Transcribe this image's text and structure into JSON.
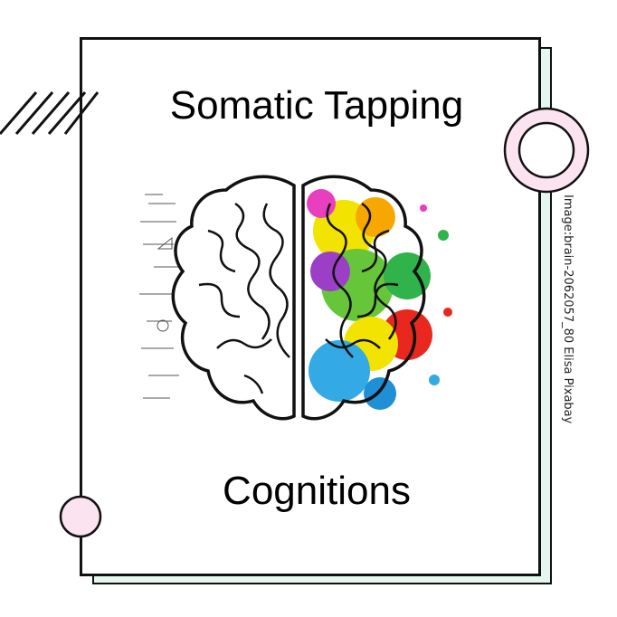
{
  "title": "Somatic Tapping",
  "subtitle": "Cognitions",
  "image_credit": "Image:brain-2062057_80 Elisa Pixabay",
  "image": {
    "subject": "brain-illustration",
    "left_half": "black line art with math formulas",
    "right_half": "colorful paint splashes"
  },
  "colors": {
    "accent_pink": "#fbe3ef",
    "accent_mint": "#e3f7ee",
    "outline": "#111111"
  }
}
